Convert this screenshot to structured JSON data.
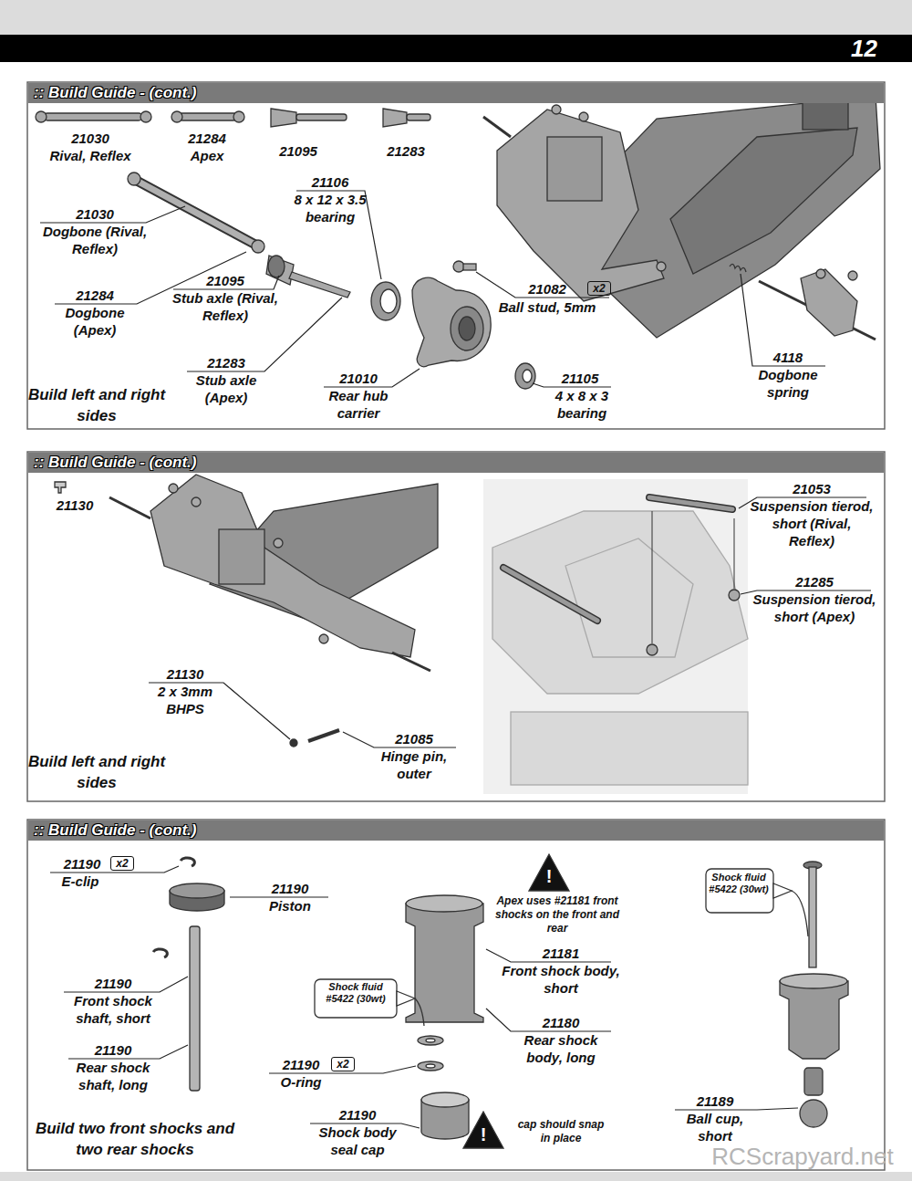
{
  "diagram": {
    "nodes": [
      {
        "text": [
          "12"
        ]
      },
      {
        "text": [
          ":: Build Guide - (cont.)"
        ]
      },
      {
        "text": [
          ":: Build Guide - (cont.)"
        ]
      },
      {
        "text": [
          ":: Build Guide - (cont.)"
        ]
      }
    ],
    "edges": [],
    "labels": [
      "21030",
      "Rival, Reflex",
      "21284",
      "Apex",
      "21095",
      "21283",
      "21106",
      "8 x 12 x 3.5 bearing",
      "21030",
      "Dogbone (Rival, Reflex)",
      "21095",
      "Stub axle (Rival, Reflex)",
      "21284",
      "Dogbone (Apex)",
      "21283",
      "Stub axle (Apex)",
      "21010",
      "Rear hub carrier",
      "21082",
      "x2",
      "Ball stud, 5mm",
      "21105",
      "4 x 8 x 3 bearing",
      "4118",
      "Dogbone spring",
      "Build left and right sides",
      "21130",
      "21053",
      "Suspension tierod, short (Rival, Reflex)",
      "21285",
      "Suspension tierod, short (Apex)",
      "21130",
      "2 x 3mm BHPS",
      "21085",
      "Hinge pin, outer",
      "Build left and right sides",
      "21190",
      "x2",
      "E-clip",
      "21190",
      "Piston",
      "21190",
      "Front shock shaft, short",
      "21190",
      "Rear shock shaft, long",
      "Build two front shocks and two rear shocks",
      "!",
      "Apex uses #21181 front shocks on the front and rear",
      "21181",
      "Front shock body, short",
      "21180",
      "Rear shock body, long",
      "Shock fluid #5422 (30wt)",
      "21190",
      "x2",
      "O-ring",
      "21190",
      "Shock body seal cap",
      "!",
      "cap should snap in place",
      "Shock fluid #5422 (30wt)",
      "21189",
      "Ball cup, short",
      "RCScrapyard.net"
    ]
  }
}
